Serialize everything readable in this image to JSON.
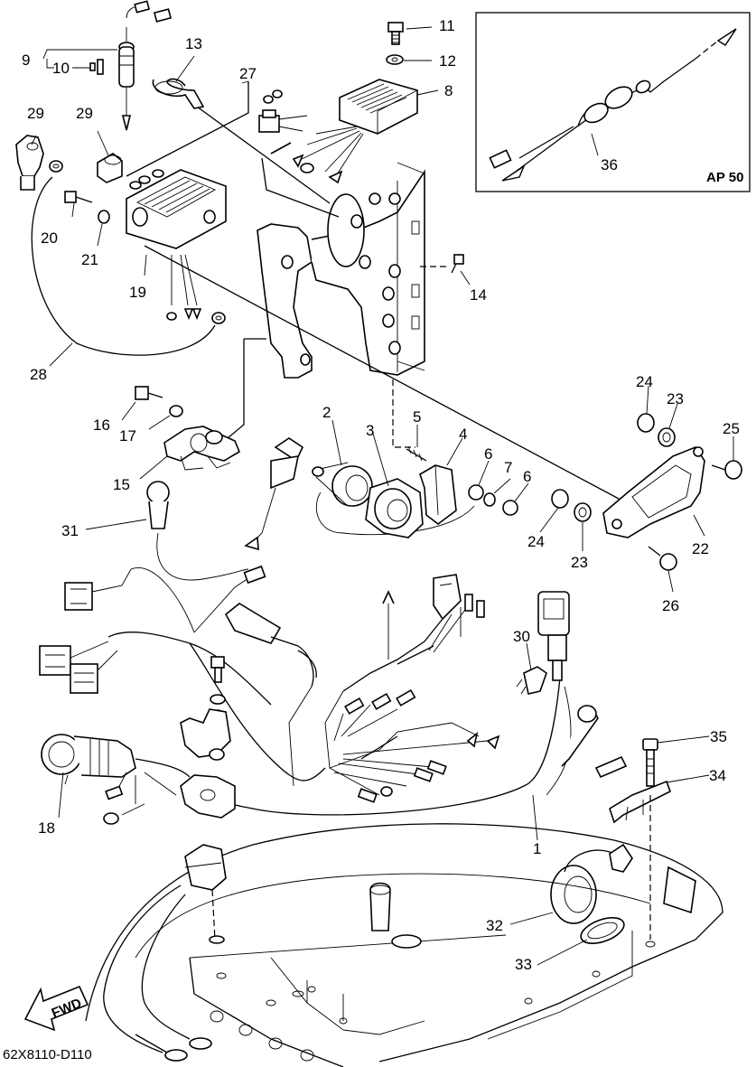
{
  "diagram": {
    "part_numbers": [
      "1",
      "2",
      "3",
      "4",
      "5",
      "6",
      "6",
      "7",
      "8",
      "9",
      "10",
      "11",
      "12",
      "13",
      "14",
      "15",
      "16",
      "17",
      "18",
      "19",
      "20",
      "21",
      "22",
      "23",
      "23",
      "24",
      "24",
      "25",
      "26",
      "27",
      "28",
      "29",
      "29",
      "30",
      "31",
      "32",
      "33",
      "34",
      "35",
      "36"
    ],
    "inset_label": "AP 50",
    "arrow_label": "FWD",
    "drawing_code": "62X8110-D110"
  },
  "icons": [
    "fwd-arrow-icon"
  ]
}
